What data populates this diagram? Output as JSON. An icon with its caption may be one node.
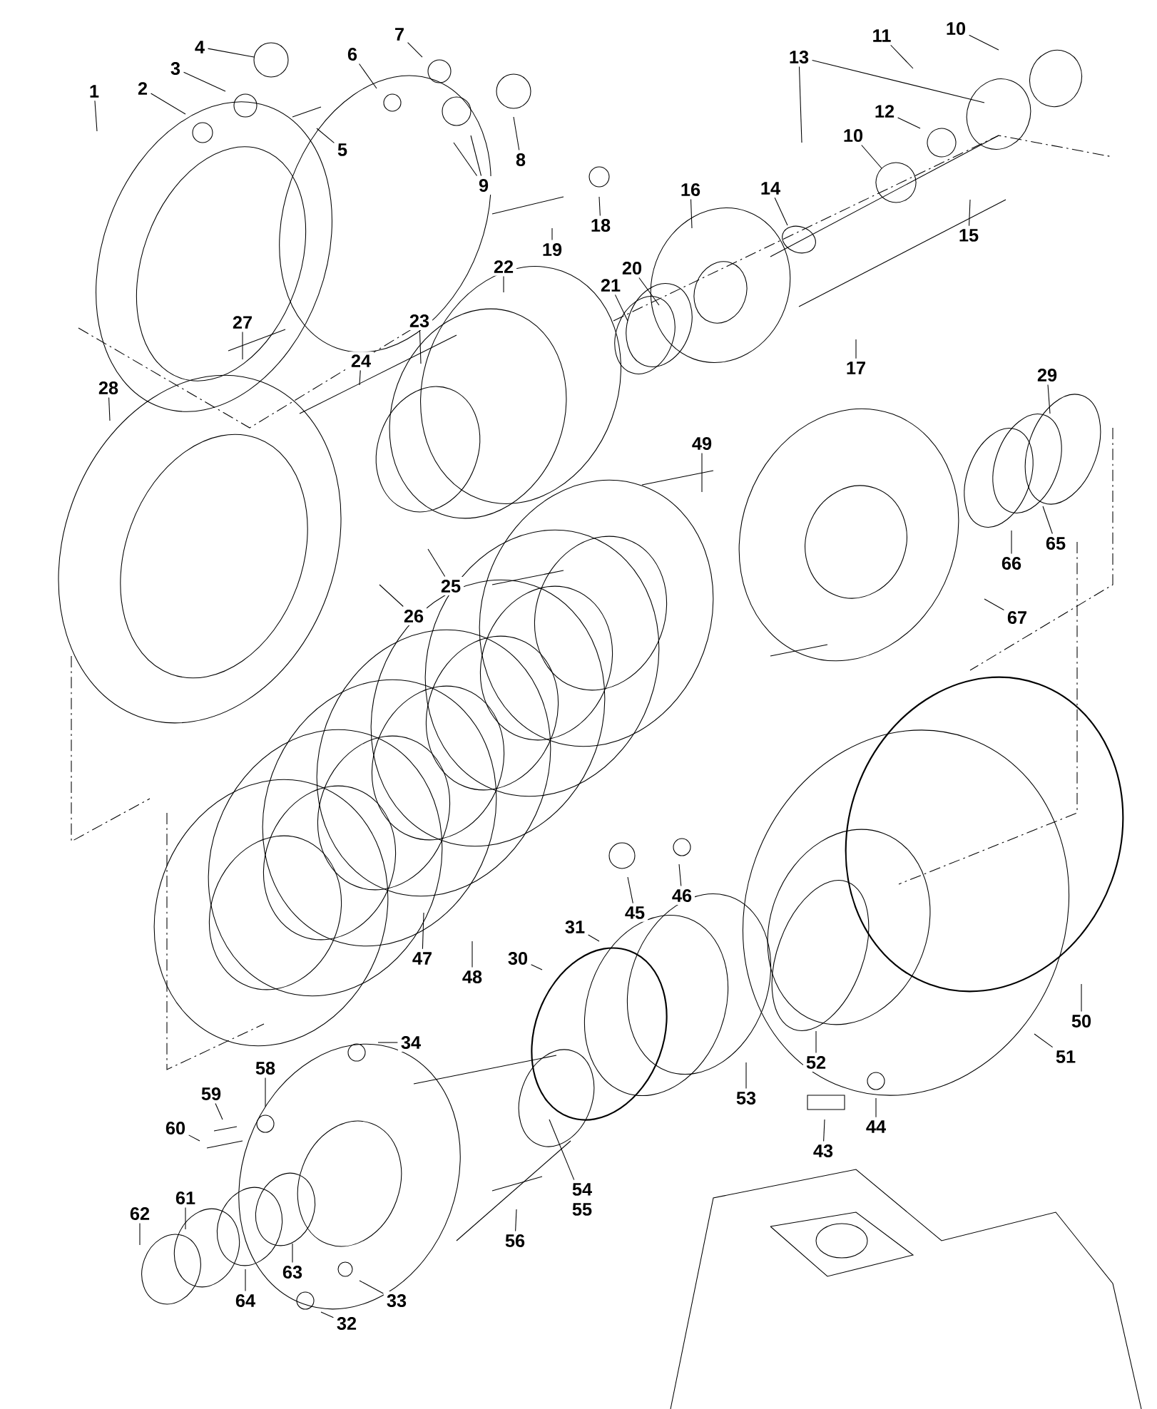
{
  "diagram": {
    "nodes": [
      {
        "text": [
          "1"
        ]
      },
      {
        "text": [
          "2"
        ]
      },
      {
        "text": [
          "3"
        ]
      },
      {
        "text": [
          "4"
        ]
      },
      {
        "text": [
          "5"
        ]
      },
      {
        "text": [
          "6"
        ]
      },
      {
        "text": [
          "7"
        ]
      },
      {
        "text": [
          "8"
        ]
      },
      {
        "text": [
          "9"
        ]
      },
      {
        "text": [
          "10"
        ]
      },
      {
        "text": [
          "11"
        ]
      },
      {
        "text": [
          "13"
        ]
      },
      {
        "text": [
          "12"
        ]
      },
      {
        "text": [
          "10"
        ]
      },
      {
        "text": [
          "14"
        ]
      },
      {
        "text": [
          "16"
        ]
      },
      {
        "text": [
          "18"
        ]
      },
      {
        "text": [
          "15"
        ]
      },
      {
        "text": [
          "19"
        ]
      },
      {
        "text": [
          "22"
        ]
      },
      {
        "text": [
          "20"
        ]
      },
      {
        "text": [
          "21"
        ]
      },
      {
        "text": [
          "27"
        ]
      },
      {
        "text": [
          "23"
        ]
      },
      {
        "text": [
          "24"
        ]
      },
      {
        "text": [
          "17"
        ]
      },
      {
        "text": [
          "29"
        ]
      },
      {
        "text": [
          "28"
        ]
      },
      {
        "text": [
          "49"
        ]
      },
      {
        "text": [
          "65"
        ]
      },
      {
        "text": [
          "66"
        ]
      },
      {
        "text": [
          "25"
        ]
      },
      {
        "text": [
          "26"
        ]
      },
      {
        "text": [
          "67"
        ]
      },
      {
        "text": [
          "46"
        ]
      },
      {
        "text": [
          "45"
        ]
      },
      {
        "text": [
          "31"
        ]
      },
      {
        "text": [
          "30"
        ]
      },
      {
        "text": [
          "47"
        ]
      },
      {
        "text": [
          "48"
        ]
      },
      {
        "text": [
          "50"
        ]
      },
      {
        "text": [
          "51"
        ]
      },
      {
        "text": [
          "52"
        ]
      },
      {
        "text": [
          "34"
        ]
      },
      {
        "text": [
          "58"
        ]
      },
      {
        "text": [
          "53"
        ]
      },
      {
        "text": [
          "59"
        ]
      },
      {
        "text": [
          "60"
        ]
      },
      {
        "text": [
          "44"
        ]
      },
      {
        "text": [
          "43"
        ]
      },
      {
        "text": [
          "54",
          "55"
        ]
      },
      {
        "text": [
          "61"
        ]
      },
      {
        "text": [
          "62"
        ]
      },
      {
        "text": [
          "56"
        ]
      },
      {
        "text": [
          "63"
        ]
      },
      {
        "text": [
          "64"
        ]
      },
      {
        "text": [
          "33"
        ]
      },
      {
        "text": [
          "32"
        ]
      }
    ],
    "edges": [
      {
        "from": 0,
        "to": null,
        "arrow": "none"
      },
      {
        "from": 1,
        "to": null,
        "arrow": "none"
      },
      {
        "from": 2,
        "to": null,
        "arrow": "none"
      },
      {
        "from": 3,
        "to": null,
        "arrow": "none"
      },
      {
        "from": 4,
        "to": null,
        "arrow": "none"
      },
      {
        "from": 5,
        "to": null,
        "arrow": "none"
      },
      {
        "from": 6,
        "to": null,
        "arrow": "none"
      },
      {
        "from": 7,
        "to": null,
        "arrow": "none"
      },
      {
        "from": 8,
        "to": null,
        "arrow": "none"
      },
      {
        "from": 8,
        "to": null,
        "arrow": "none"
      },
      {
        "from": 9,
        "to": null,
        "arrow": "none"
      },
      {
        "from": 10,
        "to": null,
        "arrow": "none"
      },
      {
        "from": 11,
        "to": null,
        "arrow": "none"
      },
      {
        "from": 11,
        "to": null,
        "arrow": "none"
      },
      {
        "from": 12,
        "to": null,
        "arrow": "none"
      },
      {
        "from": 13,
        "to": null,
        "arrow": "none"
      },
      {
        "from": 14,
        "to": null,
        "arrow": "none"
      },
      {
        "from": 15,
        "to": null,
        "arrow": "none"
      },
      {
        "from": 16,
        "to": null,
        "arrow": "none"
      },
      {
        "from": 17,
        "to": null,
        "arrow": "none"
      },
      {
        "from": 18,
        "to": null,
        "arrow": "none"
      },
      {
        "from": 19,
        "to": null,
        "arrow": "none"
      },
      {
        "from": 20,
        "to": null,
        "arrow": "none"
      },
      {
        "from": 21,
        "to": null,
        "arrow": "none"
      },
      {
        "from": 22,
        "to": null,
        "arrow": "none"
      },
      {
        "from": 23,
        "to": null,
        "arrow": "none"
      },
      {
        "from": 24,
        "to": null,
        "arrow": "none"
      },
      {
        "from": 25,
        "to": null,
        "arrow": "none"
      },
      {
        "from": 26,
        "to": null,
        "arrow": "none"
      },
      {
        "from": 27,
        "to": null,
        "arrow": "none"
      },
      {
        "from": 28,
        "to": null,
        "arrow": "none"
      },
      {
        "from": 29,
        "to": null,
        "arrow": "none"
      },
      {
        "from": 30,
        "to": null,
        "arrow": "none"
      },
      {
        "from": 31,
        "to": null,
        "arrow": "none"
      },
      {
        "from": 32,
        "to": null,
        "arrow": "none"
      },
      {
        "from": 33,
        "to": null,
        "arrow": "none"
      },
      {
        "from": 34,
        "to": null,
        "arrow": "none"
      },
      {
        "from": 35,
        "to": null,
        "arrow": "none"
      },
      {
        "from": 36,
        "to": null,
        "arrow": "none"
      },
      {
        "from": 37,
        "to": null,
        "arrow": "none"
      },
      {
        "from": 38,
        "to": null,
        "arrow": "none"
      },
      {
        "from": 39,
        "to": null,
        "arrow": "none"
      },
      {
        "from": 40,
        "to": null,
        "arrow": "none"
      },
      {
        "from": 41,
        "to": null,
        "arrow": "none"
      },
      {
        "from": 42,
        "to": null,
        "arrow": "none"
      },
      {
        "from": 43,
        "to": null,
        "arrow": "none"
      },
      {
        "from": 44,
        "to": null,
        "arrow": "none"
      },
      {
        "from": 45,
        "to": null,
        "arrow": "none"
      },
      {
        "from": 46,
        "to": null,
        "arrow": "none"
      },
      {
        "from": 47,
        "to": null,
        "arrow": "none"
      },
      {
        "from": 48,
        "to": null,
        "arrow": "none"
      },
      {
        "from": 49,
        "to": null,
        "arrow": "none"
      },
      {
        "from": 50,
        "to": null,
        "arrow": "none"
      },
      {
        "from": 51,
        "to": null,
        "arrow": "none"
      },
      {
        "from": 52,
        "to": null,
        "arrow": "none"
      },
      {
        "from": 53,
        "to": null,
        "arrow": "none"
      },
      {
        "from": 54,
        "to": null,
        "arrow": "none"
      },
      {
        "from": 55,
        "to": null,
        "arrow": "none"
      },
      {
        "from": 56,
        "to": null,
        "arrow": "none"
      },
      {
        "from": 57,
        "to": null,
        "arrow": "none"
      }
    ]
  }
}
